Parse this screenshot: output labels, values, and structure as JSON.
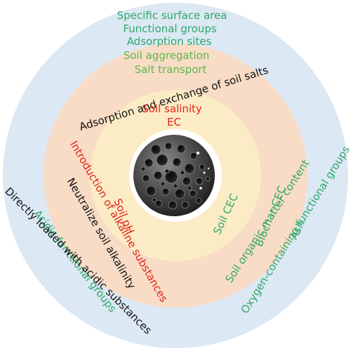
{
  "colors": {
    "outer_ring": "#dce8f4",
    "middle_ring": "#f8dcc6",
    "inner_ring": "#fbecc6",
    "core": "#ffffff",
    "green": "#2fa86b",
    "light_green": "#5bb84e",
    "red": "#e2231a",
    "black": "#111111"
  },
  "outer_ring": {
    "top_lines": [
      "Specific surface area",
      "Functional groups",
      "Adsorption sites"
    ],
    "right_lines": [
      "Oxygen-containing functional groups"
    ],
    "left_lines": [
      "Acidic functional groups",
      "Directly loaded with acidic substances"
    ]
  },
  "middle_ring": {
    "top_lines": [
      "Soil aggregation",
      "Salt transport"
    ],
    "top_arc": "Adsorption and exchange of soil salts",
    "right_lines": [
      "Biochar CEC",
      "Soil organic matter content",
      "Ash"
    ],
    "left_lines": [
      "Introduction of alkaline substances",
      "Neutralize soil alkalinity"
    ]
  },
  "inner_ring": {
    "top": [
      "Soil salinity",
      "EC"
    ],
    "left": "Soil pH",
    "right": "Soil CEC"
  },
  "core": {
    "icon": "porous-biochar-particle-icon"
  }
}
